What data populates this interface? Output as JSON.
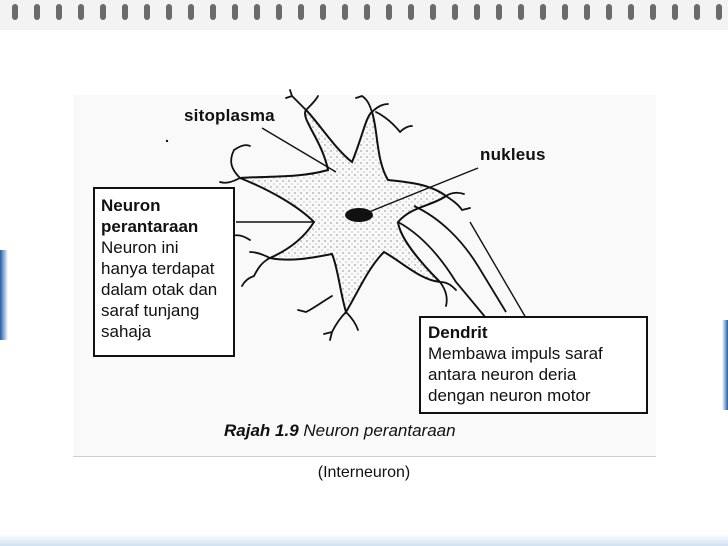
{
  "labels": {
    "sitoplasma": "sitoplasma",
    "nukleus": "nukleus"
  },
  "box_left": {
    "title_line1": "Neuron",
    "title_line2": "perantaraan",
    "lines": [
      "Neuron ini",
      "hanya terdapat",
      "dalam otak dan",
      "saraf tunjang",
      "sahaja"
    ]
  },
  "box_right": {
    "title": "Dendrit",
    "lines": [
      "Membawa impuls saraf",
      "antara neuron deria",
      "dengan neuron motor"
    ]
  },
  "caption": {
    "number": "Rajah 1.9",
    "text": "Neuron perantaraan"
  },
  "subcaption": "(Interneuron)",
  "colors": {
    "ink": "#111111",
    "accent_edge": "#1f5fa8"
  }
}
